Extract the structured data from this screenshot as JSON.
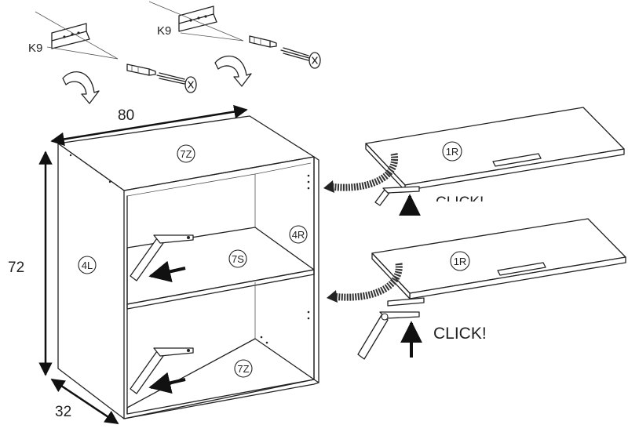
{
  "dimensions": {
    "width": "80",
    "height": "72",
    "depth": "32"
  },
  "parts": {
    "top": "7Z",
    "bottom": "7Z",
    "left_side": "4L",
    "right_side": "4R",
    "shelf": "7S",
    "door_upper": "1R",
    "door_lower": "1R"
  },
  "hardware": {
    "bracket_left": "K9",
    "bracket_right": "K9"
  },
  "annotations": {
    "click_upper": "CLICK!",
    "click_lower": "CLICK!"
  }
}
